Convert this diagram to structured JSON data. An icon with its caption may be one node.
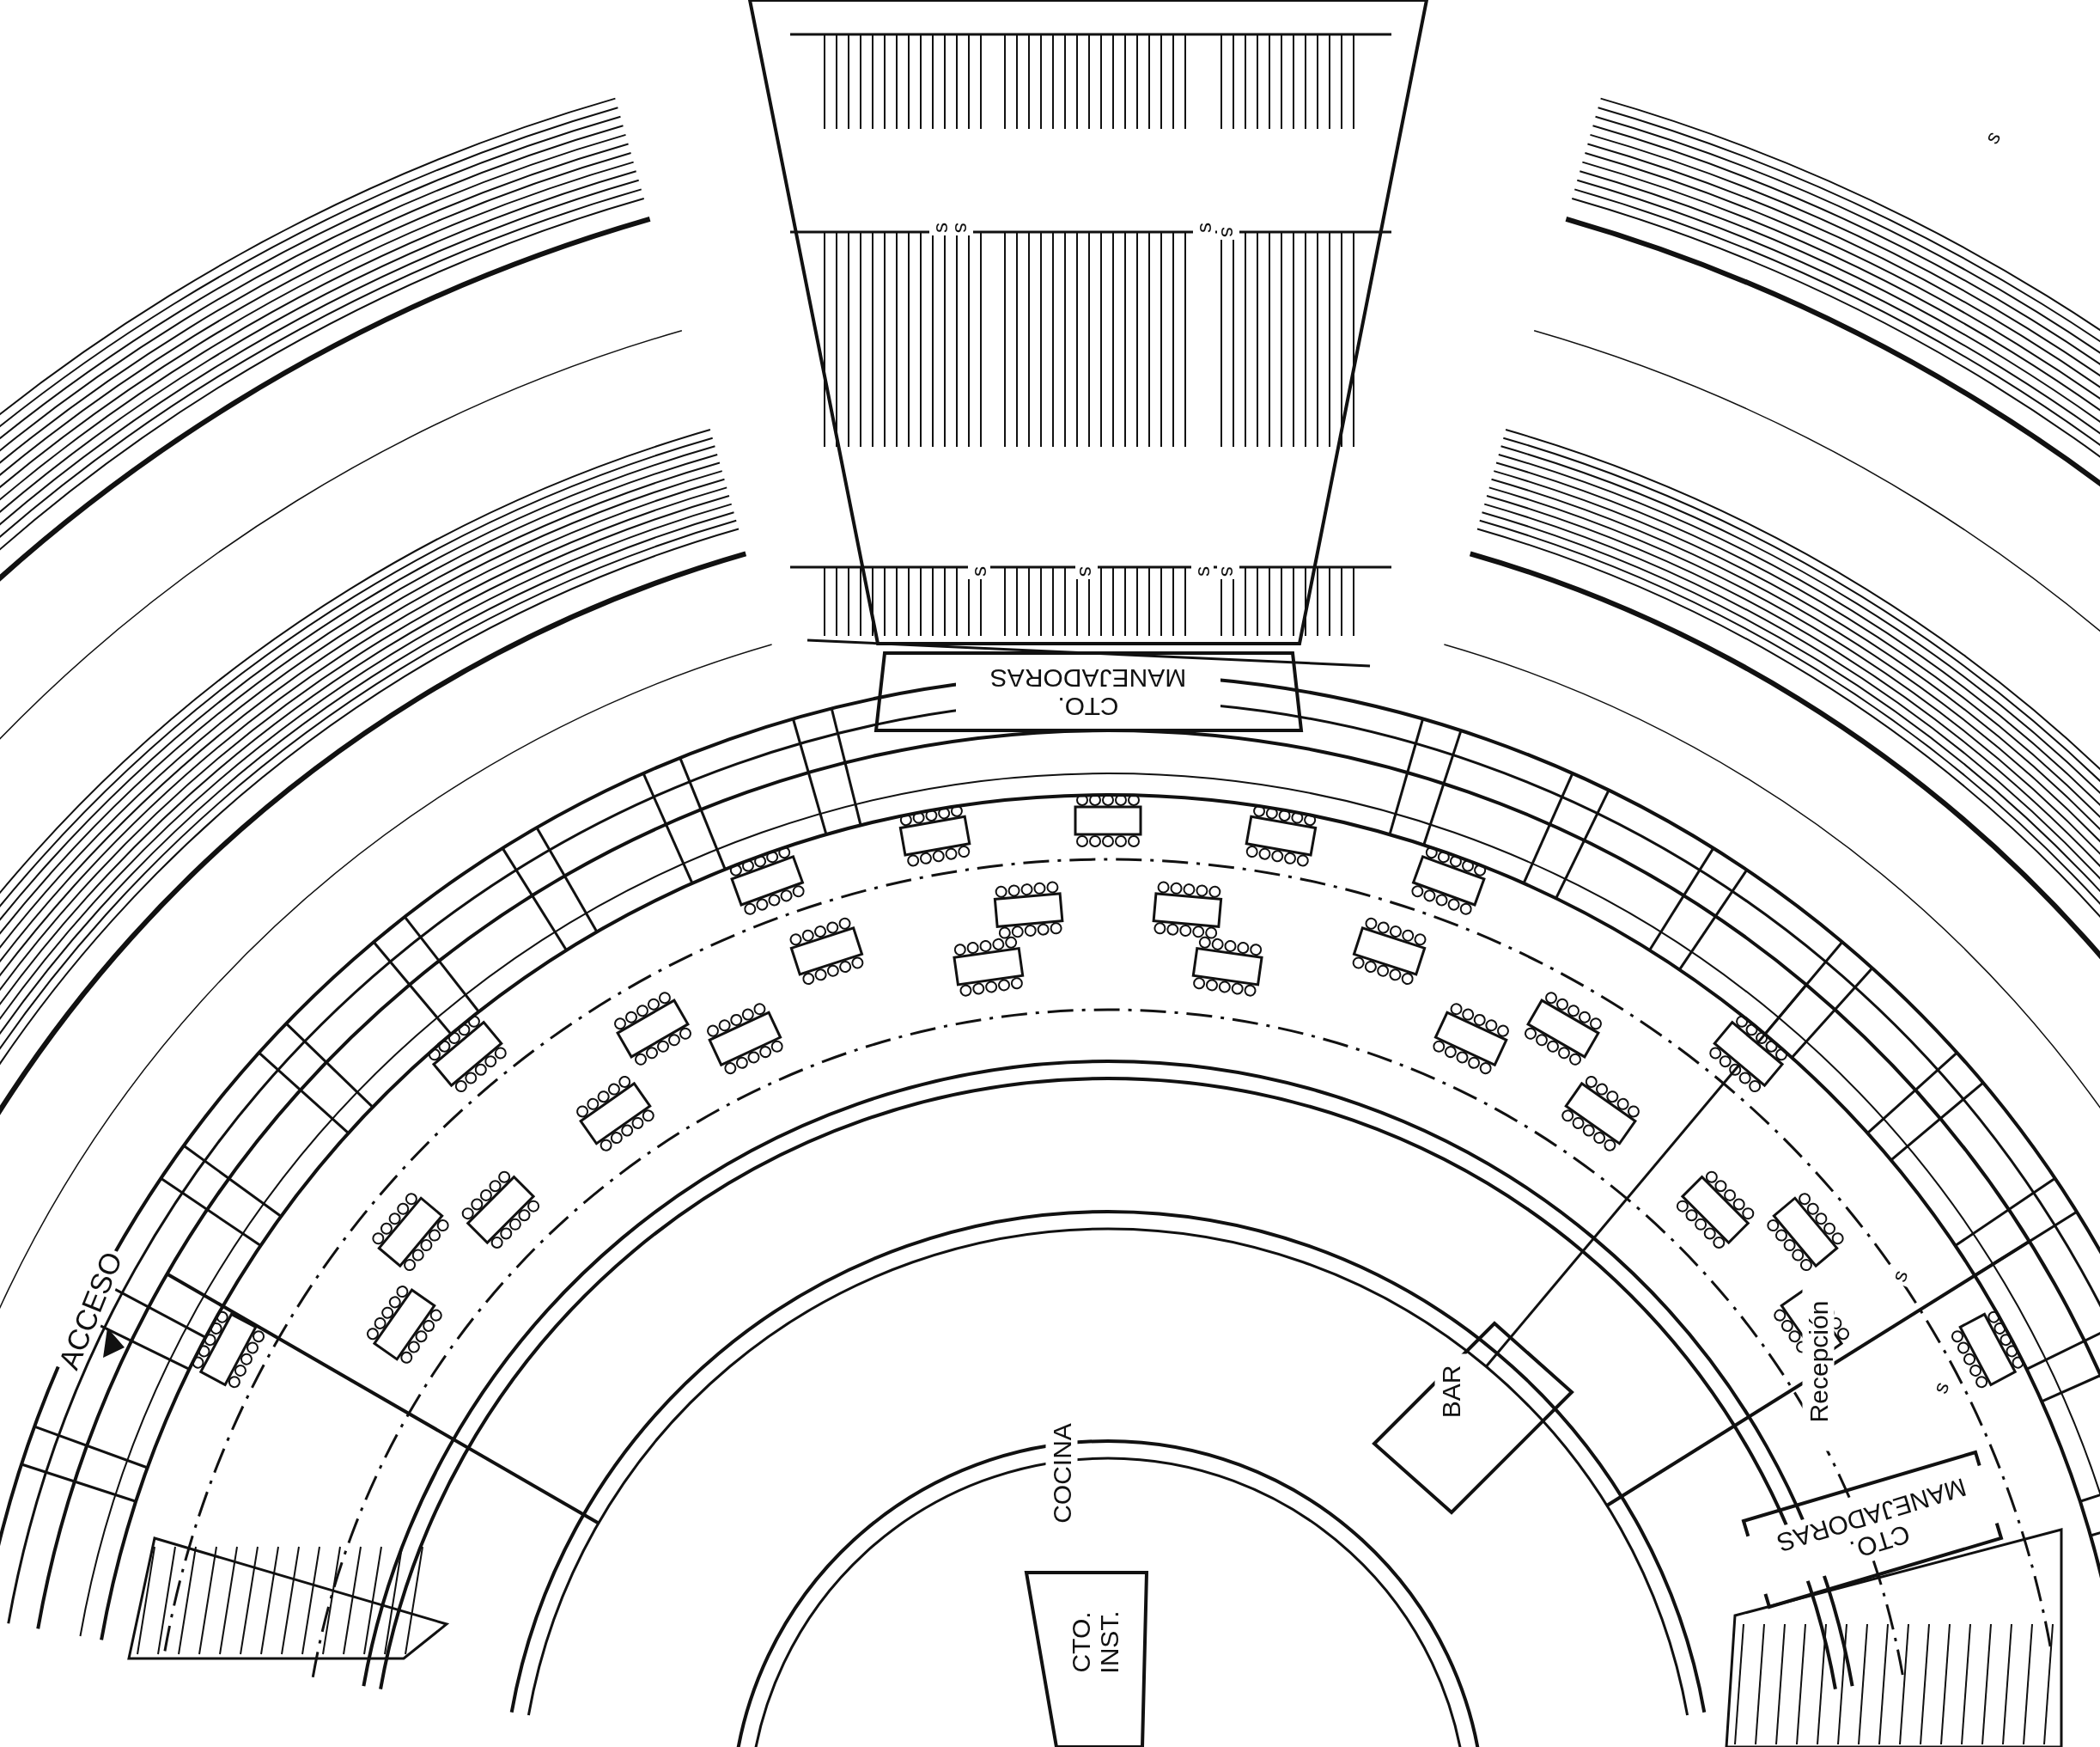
{
  "diagram": {
    "nodes": [
      {
        "text": [
          "CTO. MANEJADORAS"
        ]
      },
      {
        "text": [
          "Recepción"
        ]
      },
      {
        "text": [
          "BAR"
        ]
      },
      {
        "text": [
          "COCINA"
        ]
      },
      {
        "text": [
          "CTO. MANEJADORAS"
        ]
      },
      {
        "text": [
          "CTO. INST."
        ]
      }
    ],
    "edges": [],
    "labels": [
      "s",
      "s",
      "s",
      "s",
      "s",
      "s",
      "s",
      "s",
      "s",
      "s",
      "s",
      "ACCESO"
    ]
  }
}
